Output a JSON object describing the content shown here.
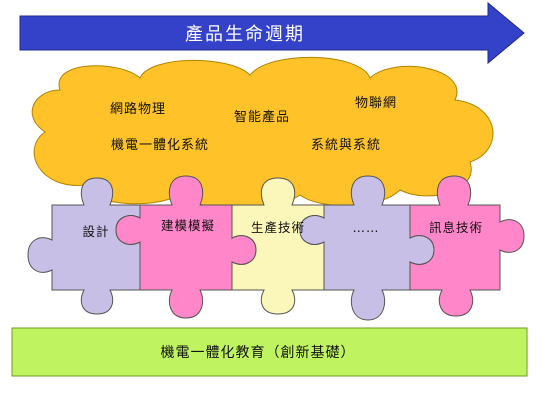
{
  "arrow": {
    "label": "產品生命週期",
    "color": "#3342c8"
  },
  "cloud": {
    "color": "#ffc229",
    "items": [
      "網路物理",
      "智能產品",
      "物聯網",
      "機電一體化系統",
      "系統與系統"
    ]
  },
  "puzzle": {
    "pieces": [
      {
        "label": "設計",
        "color": "#c7bfe6"
      },
      {
        "label": "建模模擬",
        "color": "#ff86c8"
      },
      {
        "label": "生產技術",
        "color": "#fbf6b9"
      },
      {
        "label": "……",
        "color": "#c7bfe6"
      },
      {
        "label": "訊息技術",
        "color": "#ff86c8"
      }
    ]
  },
  "base": {
    "label": "機電一體化教育（創新基礎）",
    "color": "#bff35f"
  }
}
